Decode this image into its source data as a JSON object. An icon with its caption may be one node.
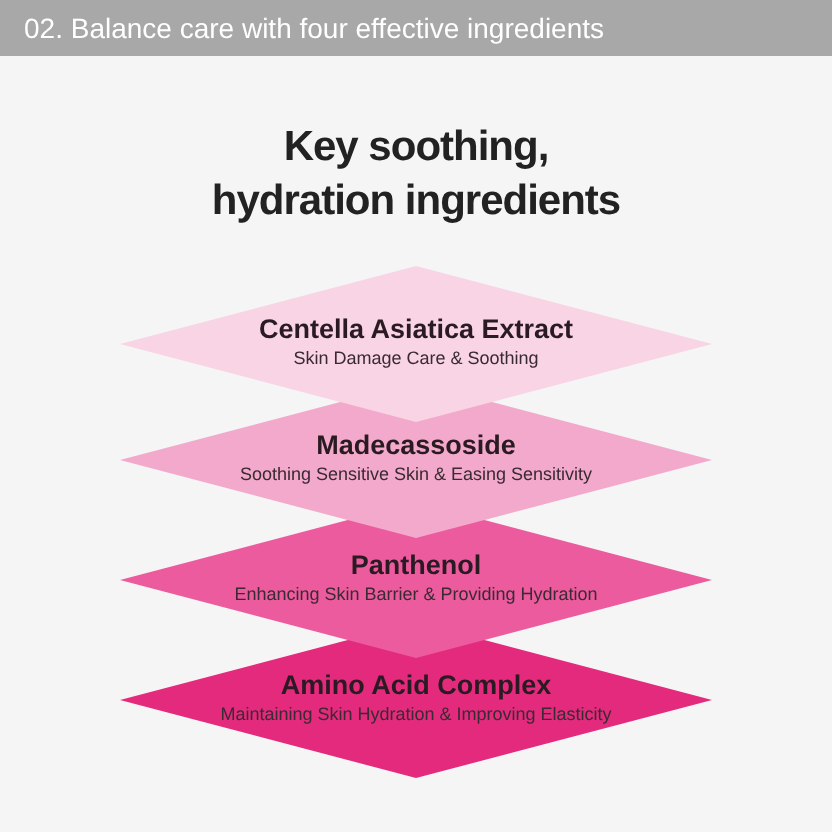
{
  "diagram": {
    "title": "Key soothing, hydration ingredients",
    "nodes": [
      {
        "text": [
          "Centella Asiatica Extract",
          "Skin Damage Care & Soothing"
        ]
      },
      {
        "text": [
          "Madecassoside",
          "Soothing Sensitive Skin & Easing Sensitivity"
        ]
      },
      {
        "text": [
          "Panthenol",
          "Enhancing Skin Barrier & Providing Hydration"
        ]
      },
      {
        "text": [
          "Amino Acid Complex",
          "Maintaining Skin Hydration & Improving Elasticity"
        ]
      }
    ],
    "labels": [
      "02. Balance care with four effective ingredients"
    ]
  }
}
